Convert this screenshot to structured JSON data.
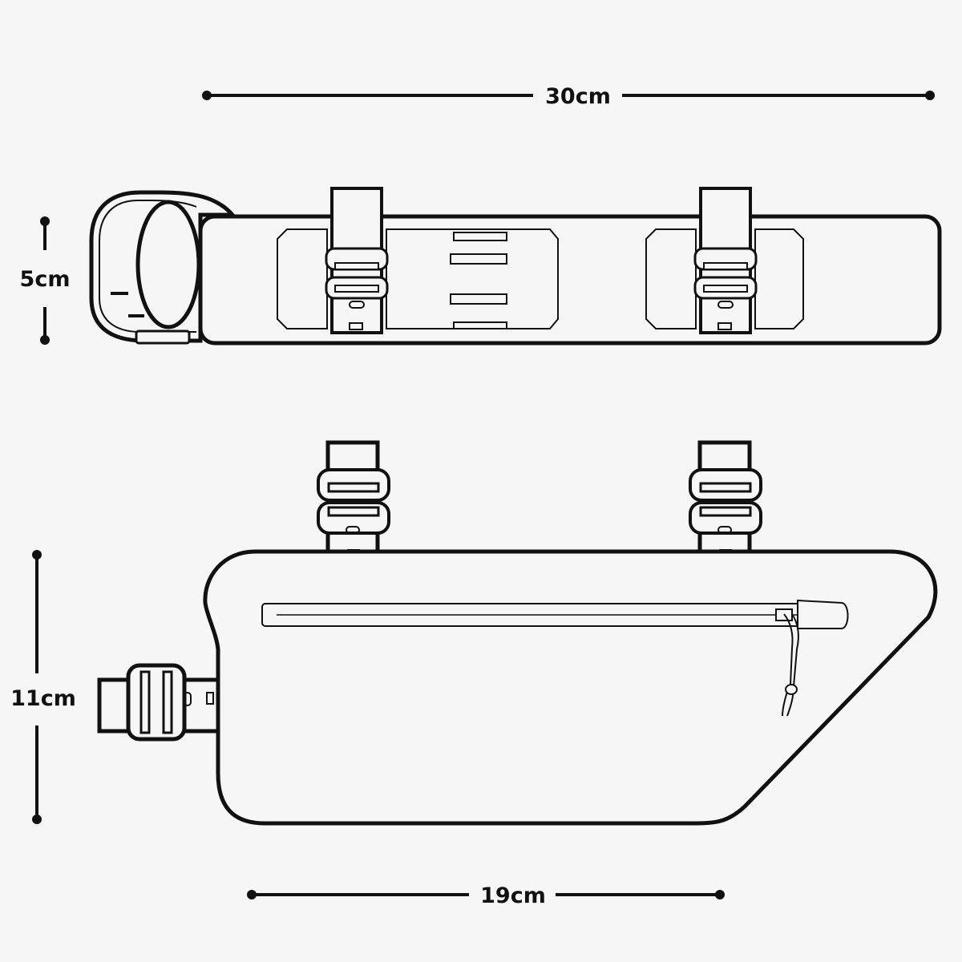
{
  "dimensions": {
    "width_top": "30cm",
    "height_top": "5cm",
    "height_side": "11cm",
    "width_bottom": "19cm"
  },
  "colors": {
    "background": "#f6f6f6",
    "line": "#111111",
    "fill": "#f6f6f6"
  }
}
